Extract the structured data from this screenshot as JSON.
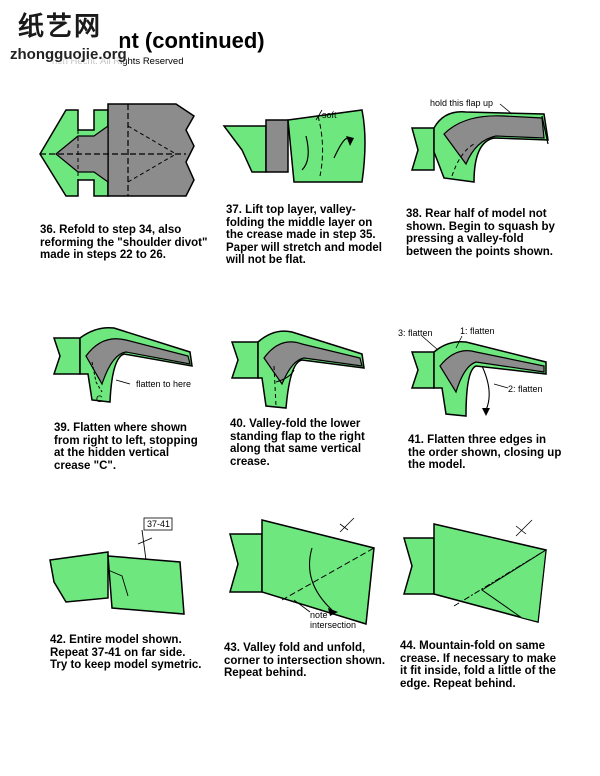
{
  "header": {
    "title": "nt (continued)",
    "copyright": "hen Hecht.  All Rights Reserved"
  },
  "watermark": {
    "chinese": "纸艺网",
    "domain": "zhongguojie.org"
  },
  "colors": {
    "green": "#6ee87e",
    "gray": "#8c8c8c",
    "darkgray": "#6e6e6e"
  },
  "steps": [
    {
      "number": "36",
      "lines": [
        "36.  Refold to step 34, also",
        "reforming the \"shoulder divot\"",
        "made in steps 22 to 26."
      ],
      "labels": []
    },
    {
      "number": "37",
      "lines": [
        "37.  Lift top layer, valley-",
        "folding the middle layer on",
        "the crease made in step 35.",
        " Paper will stretch and model",
        "will not be flat."
      ],
      "labels": [
        "soft"
      ]
    },
    {
      "number": "38",
      "lines": [
        "38.  Rear half of model not",
        "shown.  Begin to squash by",
        "pressing a valley-fold",
        "between the points shown."
      ],
      "labels": [
        "hold this flap up"
      ]
    },
    {
      "number": "39",
      "lines": [
        "39.  Flatten where shown",
        "from right to left, stopping",
        "at the hidden vertical",
        "crease \"C\"."
      ],
      "labels": [
        "flatten to here",
        "C"
      ]
    },
    {
      "number": "40",
      "lines": [
        "40.  Valley-fold the lower",
        "standing flap to the right",
        "along that same vertical",
        "crease."
      ],
      "labels": []
    },
    {
      "number": "41",
      "lines": [
        "41.  Flatten three edges in",
        "the order shown, closing up",
        "the model."
      ],
      "labels": [
        "3: flatten",
        "1: flatten",
        "2: flatten"
      ]
    },
    {
      "number": "42",
      "lines": [
        "42.  Entire model shown.",
        "Repeat 37-41 on far side.",
        "Try to keep model symetric."
      ],
      "labels": [
        "37-41"
      ]
    },
    {
      "number": "43",
      "lines": [
        "43.  Valley fold and unfold,",
        "corner to intersection shown.",
        "  Repeat behind."
      ],
      "labels": [
        "note",
        "intersection"
      ]
    },
    {
      "number": "44",
      "lines": [
        "44.  Mountain-fold on same",
        "crease.  If necessary to make",
        "it fit inside, fold a little of the",
        "edge.  Repeat behind."
      ],
      "labels": []
    }
  ]
}
